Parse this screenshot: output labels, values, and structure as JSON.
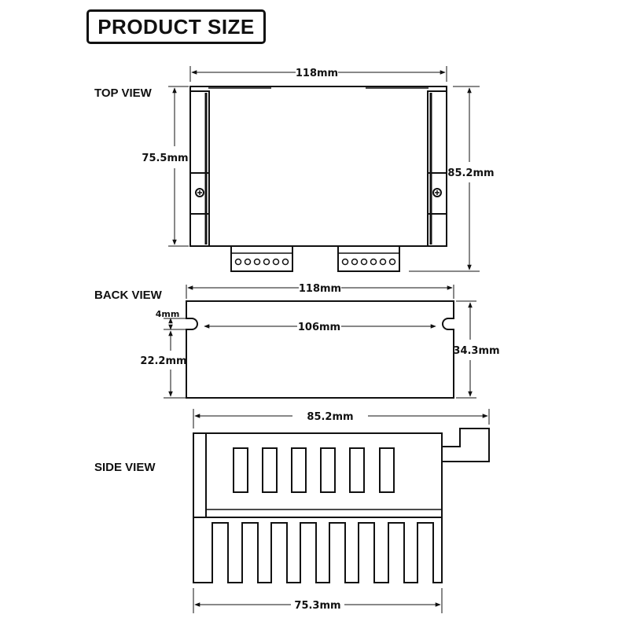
{
  "title": "PRODUCT SIZE",
  "views": {
    "top": "TOP VIEW",
    "back": "BACK VIEW",
    "side": "SIDE VIEW"
  },
  "dimensions": {
    "top_width": "118mm",
    "top_height_inner": "75.5mm",
    "top_height_total": "85.2mm",
    "back_width": "118mm",
    "back_slot": "106mm",
    "back_tab": "4mm",
    "back_height_body": "22.2mm",
    "back_height_total": "34.3mm",
    "side_width_total": "85.2mm",
    "side_width_base": "75.3mm"
  }
}
